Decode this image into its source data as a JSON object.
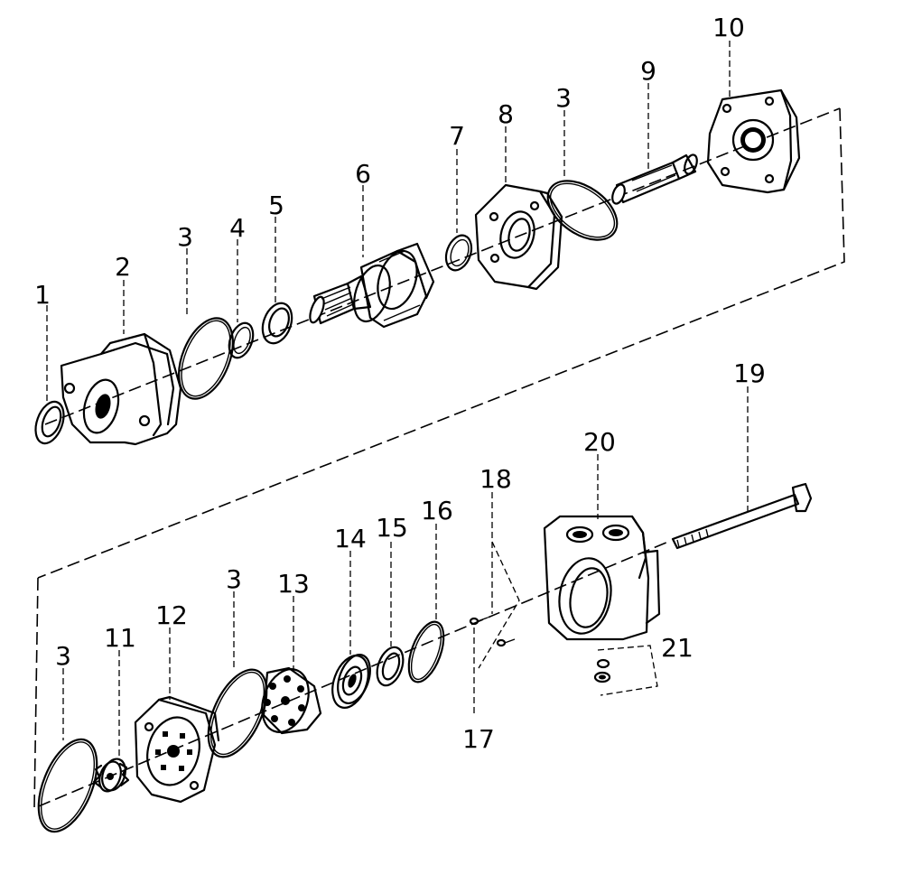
{
  "diagram": {
    "kind": "exploded-parts-view",
    "callouts": [
      {
        "id": "p1",
        "label": "1"
      },
      {
        "id": "p2",
        "label": "2"
      },
      {
        "id": "p3a",
        "label": "3"
      },
      {
        "id": "p4",
        "label": "4"
      },
      {
        "id": "p5",
        "label": "5"
      },
      {
        "id": "p6",
        "label": "6"
      },
      {
        "id": "p7",
        "label": "7"
      },
      {
        "id": "p8",
        "label": "8"
      },
      {
        "id": "p3b",
        "label": "3"
      },
      {
        "id": "p9",
        "label": "9"
      },
      {
        "id": "p10",
        "label": "10"
      },
      {
        "id": "p3c",
        "label": "3"
      },
      {
        "id": "p11",
        "label": "11"
      },
      {
        "id": "p12",
        "label": "12"
      },
      {
        "id": "p3d",
        "label": "3"
      },
      {
        "id": "p13",
        "label": "13"
      },
      {
        "id": "p14",
        "label": "14"
      },
      {
        "id": "p15",
        "label": "15"
      },
      {
        "id": "p16",
        "label": "16"
      },
      {
        "id": "p18",
        "label": "18"
      },
      {
        "id": "p17",
        "label": "17"
      },
      {
        "id": "p20",
        "label": "20"
      },
      {
        "id": "p19",
        "label": "19"
      },
      {
        "id": "p21",
        "label": "21"
      }
    ]
  }
}
